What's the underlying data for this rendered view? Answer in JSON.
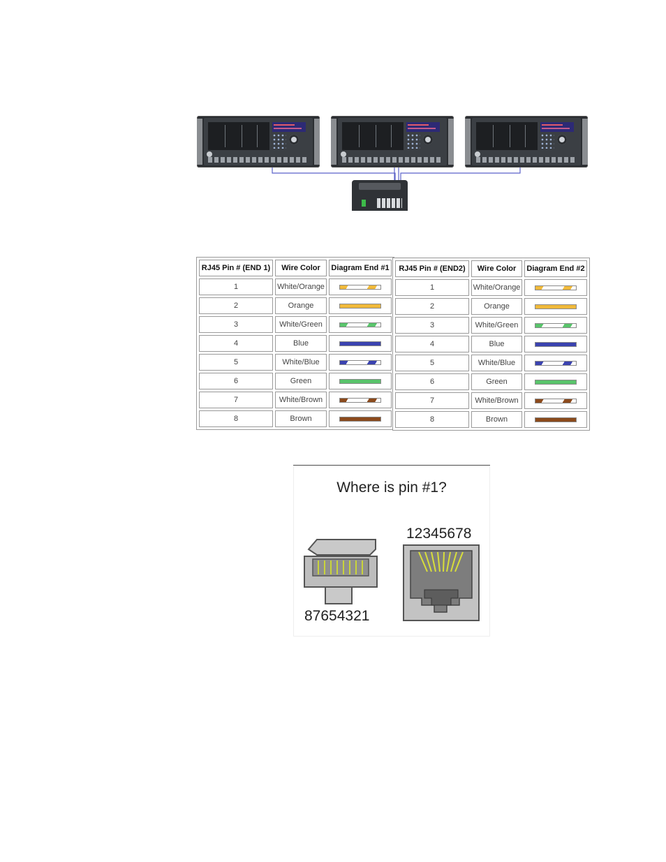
{
  "tables": [
    {
      "headers": [
        "RJ45 Pin # (END 1)",
        "Wire Color",
        "Diagram End #1"
      ],
      "rows": [
        {
          "pin": "1",
          "color": "White/Orange"
        },
        {
          "pin": "2",
          "color": "Orange"
        },
        {
          "pin": "3",
          "color": "White/Green"
        },
        {
          "pin": "4",
          "color": "Blue"
        },
        {
          "pin": "5",
          "color": "White/Blue"
        },
        {
          "pin": "6",
          "color": "Green"
        },
        {
          "pin": "7",
          "color": "White/Brown"
        },
        {
          "pin": "8",
          "color": "Brown"
        }
      ]
    },
    {
      "headers": [
        "RJ45 Pin # (END2)",
        "Wire Color",
        "Diagram End #2"
      ],
      "rows": [
        {
          "pin": "1",
          "color": "White/Orange"
        },
        {
          "pin": "2",
          "color": "Orange"
        },
        {
          "pin": "3",
          "color": "White/Green"
        },
        {
          "pin": "4",
          "color": "Blue"
        },
        {
          "pin": "5",
          "color": "White/Blue"
        },
        {
          "pin": "6",
          "color": "Green"
        },
        {
          "pin": "7",
          "color": "White/Brown"
        },
        {
          "pin": "8",
          "color": "Brown"
        }
      ]
    }
  ],
  "wire_colors": {
    "orange": "#f0b93a",
    "green": "#59c46b",
    "blue": "#3b43b0",
    "brown": "#8b4a1c"
  },
  "pin_figure": {
    "title": "Where is pin #1?",
    "jack_numbers": "12345678",
    "plug_numbers": "87654321"
  }
}
